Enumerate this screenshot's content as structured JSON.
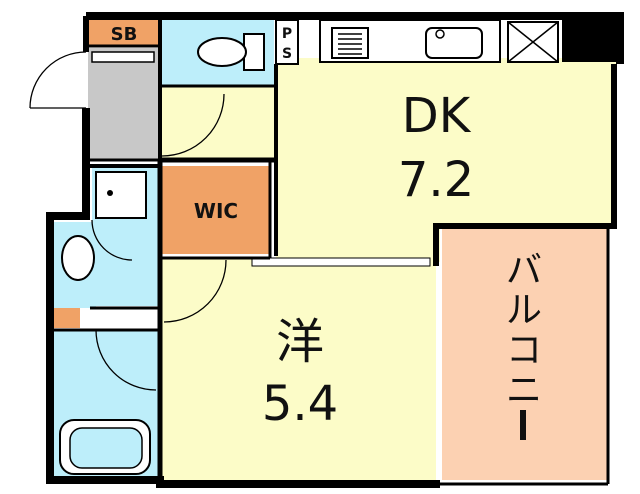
{
  "rooms": {
    "dk": {
      "name": "DK",
      "size": "7.2",
      "color": "#fcfcc8"
    },
    "western": {
      "name": "洋",
      "size": "5.4",
      "color": "#fcfcc8"
    },
    "wic": {
      "name": "WIC",
      "color": "#f0a266"
    },
    "sb": {
      "name": "SB",
      "color": "#f0a266"
    },
    "balcony": {
      "name": "バルコニー",
      "chars": [
        "バ",
        "ル",
        "コ",
        "ニ",
        "ー"
      ],
      "color": "#fcd1b2"
    },
    "ps": {
      "chars": [
        "P",
        "S"
      ]
    },
    "wet_area": {
      "color": "#bdeefa"
    },
    "entrance": {
      "color": "#c8c8c8"
    }
  },
  "colors": {
    "wall": "#000000",
    "fixture_fill": "#ffffff"
  }
}
